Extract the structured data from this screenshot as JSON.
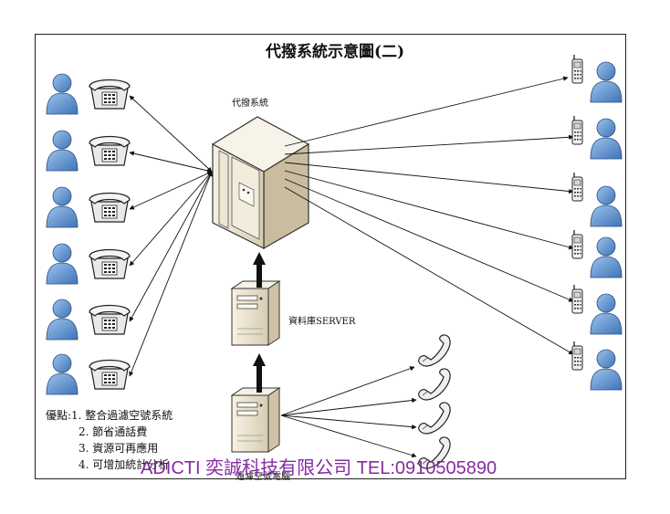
{
  "diagram": {
    "title": "代撥系統示意圖(二)",
    "nodes": {
      "main_system": "代撥系統",
      "db_server": "資料庫SERVER",
      "filter_pc": "過濾空號電腦"
    },
    "advantages": {
      "prefix": "優點:",
      "items": [
        "1. 整合過濾空號系統",
        "2. 節省通話費",
        "3. 資源可再應用",
        "4. 可增加統計分析"
      ]
    },
    "watermark": "ADICTI 奕誠科技有限公司 TEL:0910505890",
    "colors": {
      "frame_border": "#222222",
      "person": "#4f86c6",
      "server_body": "#efe6d2",
      "watermark": "#7a1a9a"
    },
    "icons": {
      "left_people": "person-icon",
      "left_devices": "desk-phone-icon",
      "right_people": "person-icon",
      "right_devices": "mobile-phone-icon",
      "bottom_devices": "handset-icon"
    }
  }
}
